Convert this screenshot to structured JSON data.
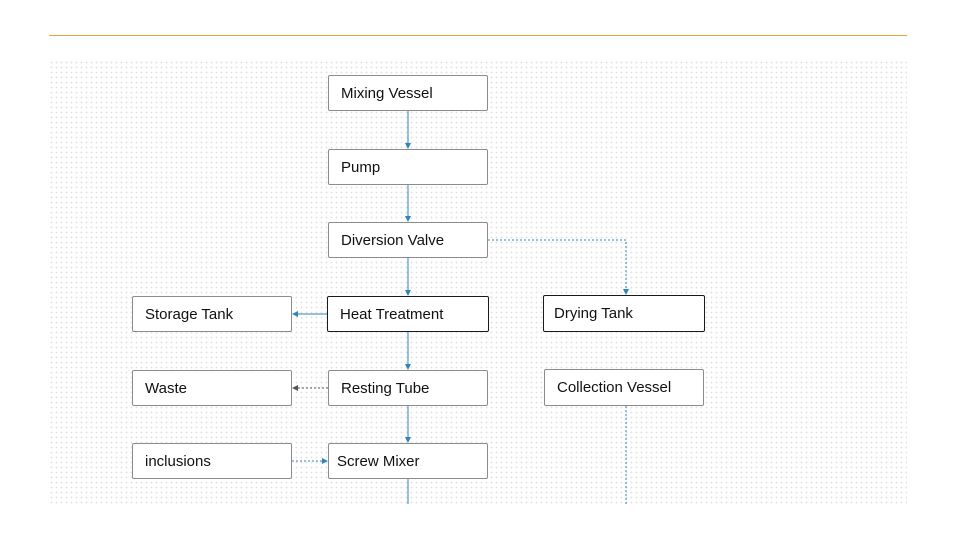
{
  "colors": {
    "accent_rule": "#f0a33a",
    "connector": "#2e86b8",
    "connector_dark": "#555555",
    "node_border": "#8c8c8c",
    "node_border_dark": "#1a1a1a"
  },
  "diagram": {
    "nodes": {
      "mixing_vessel": "Mixing Vessel",
      "pump": "Pump",
      "diversion_valve": "Diversion Valve",
      "heat_treatment": "Heat Treatment",
      "storage_tank": "Storage Tank",
      "drying_tank": "Drying Tank",
      "resting_tube": "Resting Tube",
      "waste": "Waste",
      "collection_vessel": "Collection Vessel",
      "inclusions": "inclusions",
      "screw_mixer": "Screw Mixer"
    },
    "edges": [
      {
        "from": "mixing_vessel",
        "to": "pump",
        "style": "solid"
      },
      {
        "from": "pump",
        "to": "diversion_valve",
        "style": "solid"
      },
      {
        "from": "diversion_valve",
        "to": "heat_treatment",
        "style": "solid"
      },
      {
        "from": "diversion_valve",
        "to": "drying_tank",
        "style": "dotted"
      },
      {
        "from": "heat_treatment",
        "to": "storage_tank",
        "style": "solid"
      },
      {
        "from": "heat_treatment",
        "to": "resting_tube",
        "style": "solid"
      },
      {
        "from": "resting_tube",
        "to": "waste",
        "style": "dotted"
      },
      {
        "from": "resting_tube",
        "to": "screw_mixer",
        "style": "solid"
      },
      {
        "from": "inclusions",
        "to": "screw_mixer",
        "style": "dotted"
      },
      {
        "from": "screw_mixer",
        "to": "",
        "style": "solid"
      },
      {
        "from": "collection_vessel",
        "to": "",
        "style": "dotted"
      }
    ]
  }
}
